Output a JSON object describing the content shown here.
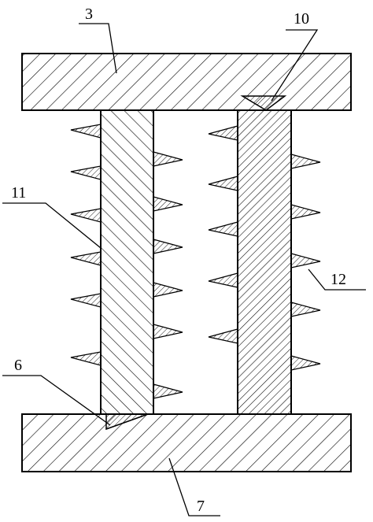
{
  "labels": {
    "part_3": "3",
    "part_10": "10",
    "part_11": "11",
    "part_12": "12",
    "part_6": "6",
    "part_7": "7"
  },
  "colors": {
    "line": "#000000",
    "background": "#ffffff"
  }
}
